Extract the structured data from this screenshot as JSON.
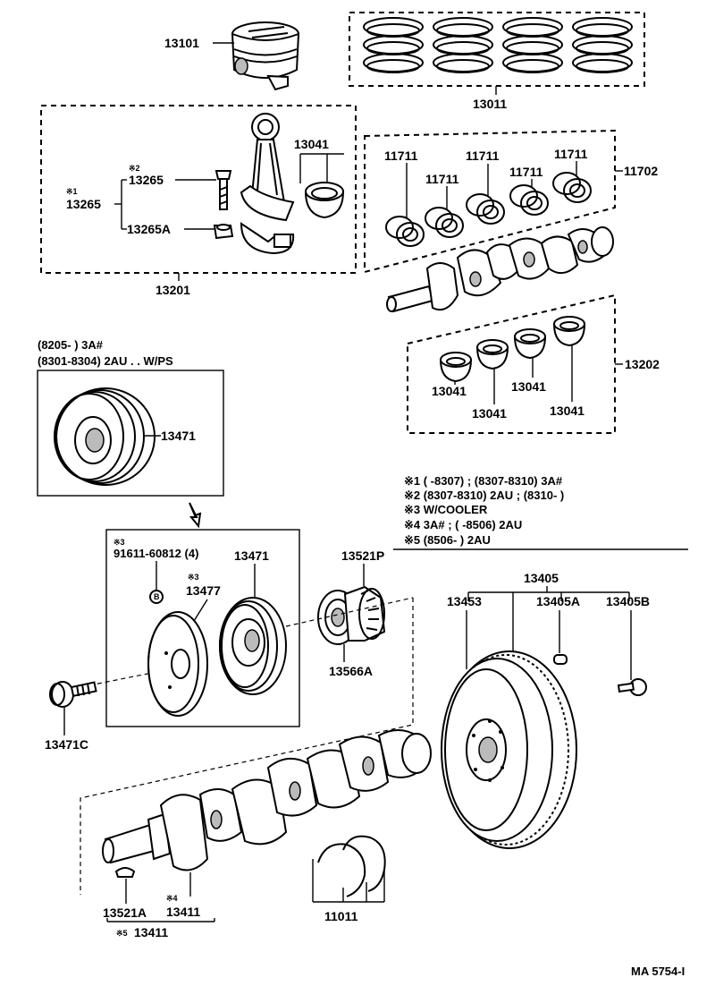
{
  "labels": {
    "p13101": "13101",
    "p13011": "13011",
    "p13041_top": "13041",
    "p13265": "13265",
    "p13265_left": "13265",
    "p13265A": "13265A",
    "p13201": "13201",
    "p11711_a": "11711",
    "p11711_b": "11711",
    "p11711_c": "11711",
    "p11711_d": "11711",
    "p11711_e": "11711",
    "p11702": "11702",
    "p13202": "13202",
    "p13041_a": "13041",
    "p13041_b": "13041",
    "p13041_c": "13041",
    "p13041_d": "13041",
    "p13471_top": "13471",
    "p91611": "91611-60812 (4)",
    "p13477": "13477",
    "p13471_bot": "13471",
    "p13521P": "13521P",
    "p13566A": "13566A",
    "p13471C": "13471C",
    "p13405": "13405",
    "p13453": "13453",
    "p13405A": "13405A",
    "p13405B": "13405B",
    "p13521A": "13521A",
    "p13411_a": "13411",
    "p13411_b": "13411",
    "p11011": "11011",
    "mark1": "※1",
    "mark2": "※2",
    "mark3a": "※3",
    "mark3b": "※3",
    "mark4": "※4",
    "mark5": "※5",
    "bolt_letter": "B"
  },
  "pulley_notes": [
    "(8205-          ) 3A#",
    "(8301-8304) 2AU . . W/PS"
  ],
  "footnotes": [
    "※1 (        -8307) ; (8307-8310) 3A#",
    "※2 (8307-8310) 2AU ; (8310-         )",
    "※3 W/COOLER",
    "※4 3A# ; (        -8506) 2AU",
    "※5 (8506-         ) 2AU"
  ],
  "figure_code": "MA 5754-I"
}
